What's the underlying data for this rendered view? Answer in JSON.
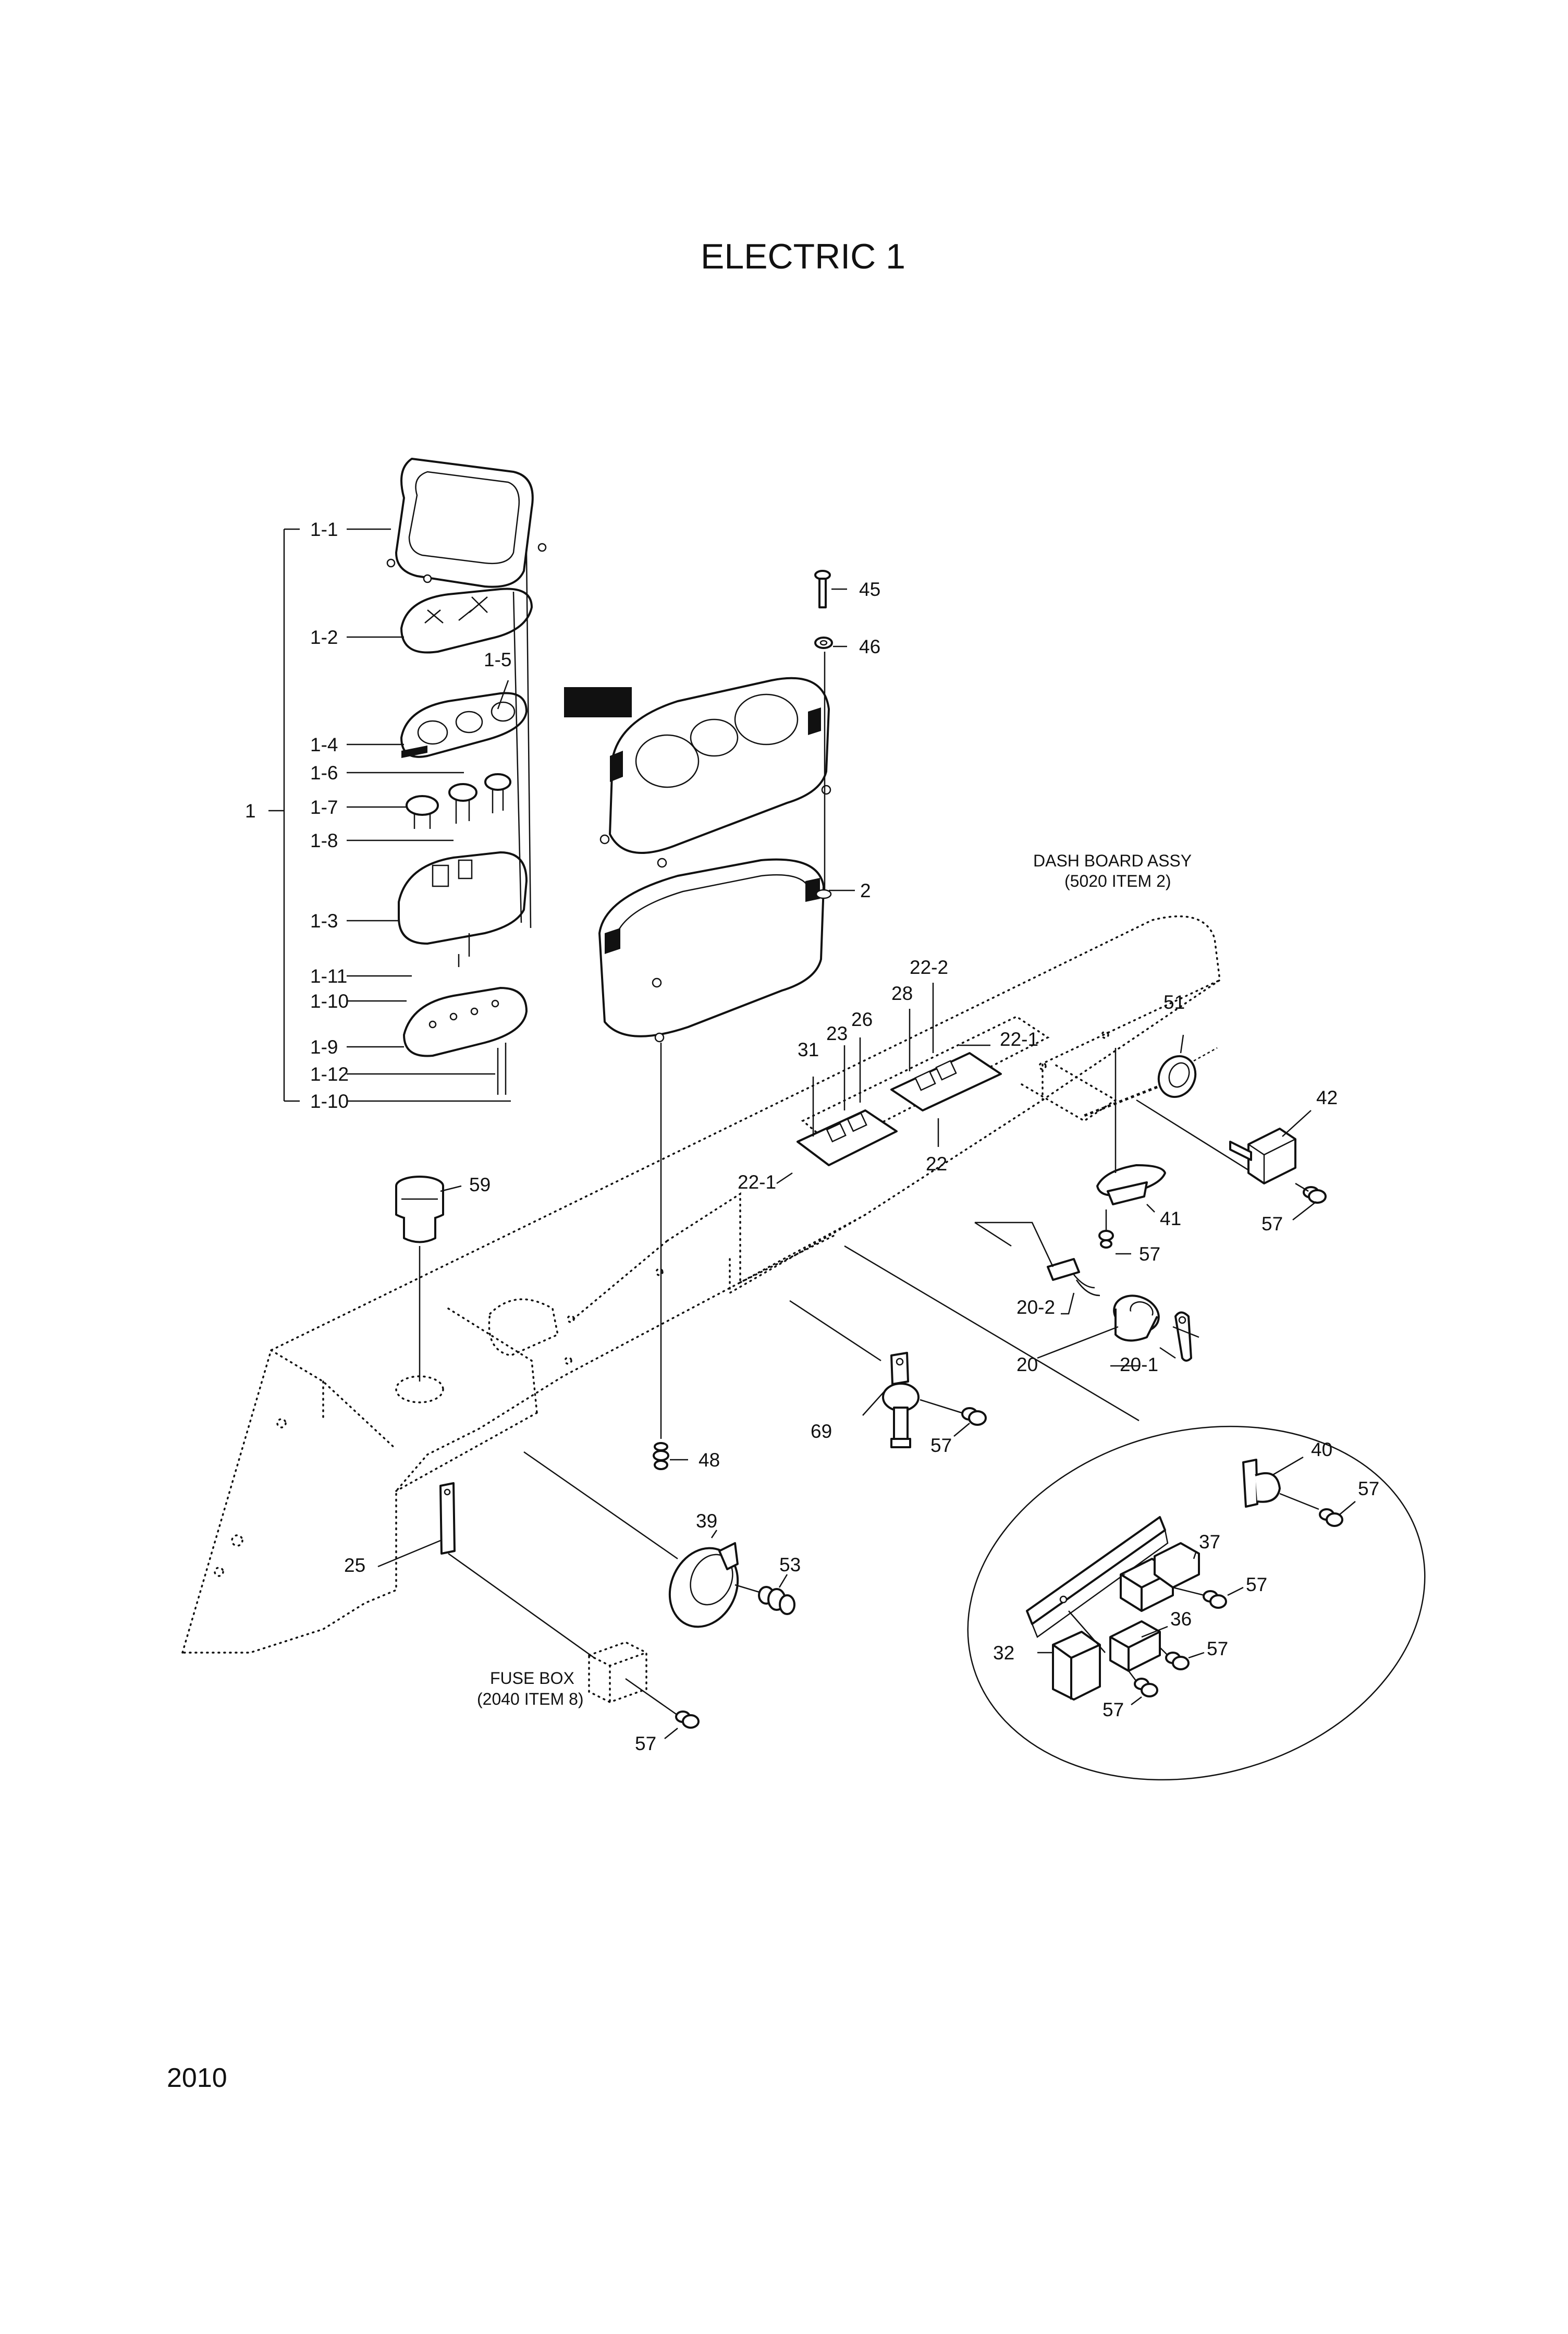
{
  "title": "ELECTRIC  1",
  "page_number": "2010",
  "notes": {
    "dash_board": [
      "DASH BOARD ASSY",
      "(5020 ITEM 2)"
    ],
    "fuse_box": [
      "FUSE BOX",
      "(2040 ITEM 8)"
    ]
  },
  "callouts": {
    "c1": "1",
    "c1_1": "1-1",
    "c1_2": "1-2",
    "c1_5": "1-5",
    "c1_4": "1-4",
    "c1_6": "1-6",
    "c1_7": "1-7",
    "c1_8": "1-8",
    "c1_3": "1-3",
    "c1_11": "1-11",
    "c1_10a": "1-10",
    "c1_9": "1-9",
    "c1_12": "1-12",
    "c1_10b": "1-10",
    "c45": "45",
    "c46": "46",
    "c2": "2",
    "c59": "59",
    "c22_2": "22-2",
    "c28": "28",
    "c26": "26",
    "c23": "23",
    "c31": "31",
    "c22_1a": "22-1",
    "c22_1b": "22-1",
    "c22": "22",
    "c51": "51",
    "c42": "42",
    "c41": "41",
    "c57_a": "57",
    "c57_b": "57",
    "c20_2": "20-2",
    "c20": "20",
    "c20_1": "20-1",
    "c69": "69",
    "c57_c": "57",
    "c48": "48",
    "c39": "39",
    "c53": "53",
    "c25": "25",
    "c57_d": "57",
    "c40": "40",
    "c57_e": "57",
    "c37": "37",
    "c57_f": "57",
    "c36": "36",
    "c32": "32",
    "c57_g": "57",
    "c57_h": "57"
  }
}
